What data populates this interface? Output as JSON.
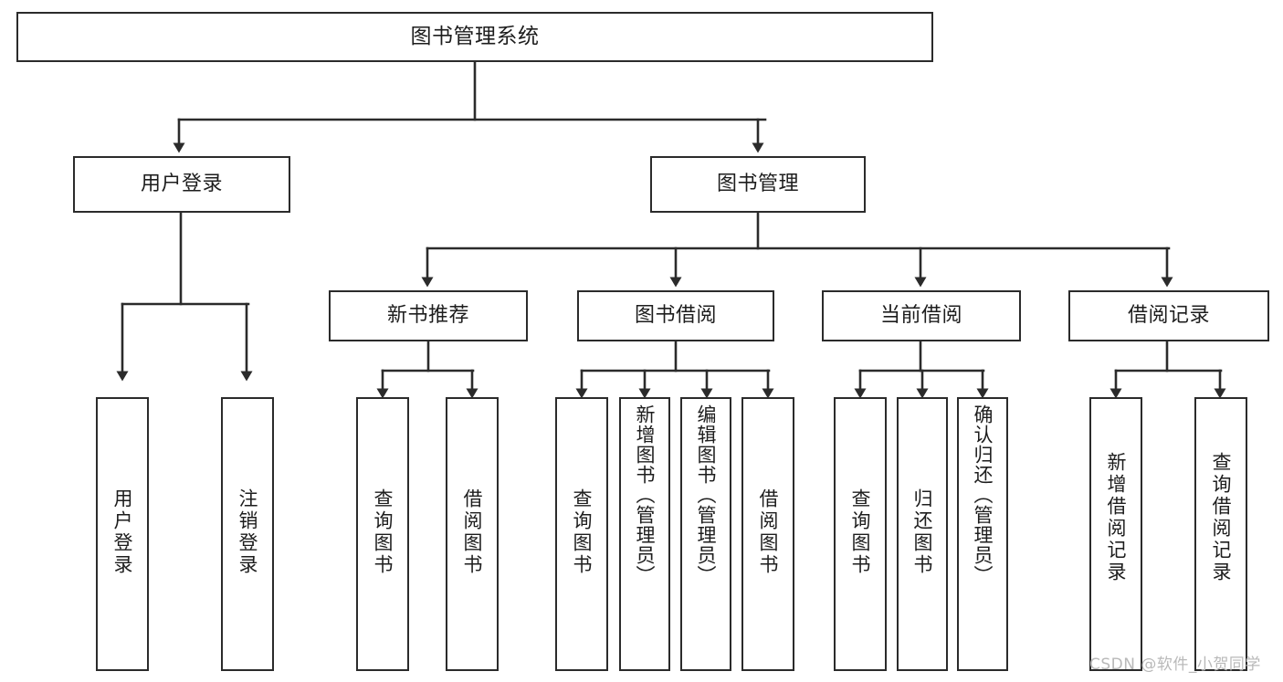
{
  "diagram": {
    "type": "tree-hierarchy",
    "title": "图书管理系统",
    "orientation": "top-down",
    "nodes": {
      "root": {
        "label": "图书管理系统",
        "level": 1,
        "text_direction": "horizontal"
      },
      "user_login": {
        "label": "用户登录",
        "level": 2,
        "text_direction": "horizontal"
      },
      "book_manage": {
        "label": "图书管理",
        "level": 2,
        "text_direction": "horizontal"
      },
      "new_book_rec": {
        "label": "新书推荐",
        "level": 3,
        "text_direction": "horizontal"
      },
      "book_borrow": {
        "label": "图书借阅",
        "level": 3,
        "text_direction": "horizontal"
      },
      "current_borrow": {
        "label": "当前借阅",
        "level": 3,
        "text_direction": "horizontal"
      },
      "borrow_record": {
        "label": "借阅记录",
        "level": 3,
        "text_direction": "horizontal"
      },
      "leaf_user_login": {
        "label": "用户登录",
        "level": 4,
        "text_direction": "vertical"
      },
      "leaf_user_logout": {
        "label": "注销登录",
        "level": 4,
        "text_direction": "vertical"
      },
      "leaf_query_book_1": {
        "label": "查询图书",
        "level": 4,
        "text_direction": "vertical"
      },
      "leaf_borrow_book_1": {
        "label": "借阅图书",
        "level": 4,
        "text_direction": "vertical"
      },
      "leaf_query_book_2": {
        "label": "查询图书",
        "level": 4,
        "text_direction": "vertical"
      },
      "leaf_add_book": {
        "label": "新增图书（管理员）",
        "level": 4,
        "text_direction": "vertical"
      },
      "leaf_edit_book": {
        "label": "编辑图书（管理员）",
        "level": 4,
        "text_direction": "vertical"
      },
      "leaf_borrow_book_2": {
        "label": "借阅图书",
        "level": 4,
        "text_direction": "vertical"
      },
      "leaf_query_book_3": {
        "label": "查询图书",
        "level": 4,
        "text_direction": "vertical"
      },
      "leaf_return_book": {
        "label": "归还图书",
        "level": 4,
        "text_direction": "vertical"
      },
      "leaf_confirm_return": {
        "label": "确认归还（管理员）",
        "level": 4,
        "text_direction": "vertical"
      },
      "leaf_add_record": {
        "label": "新增借阅记录",
        "level": 4,
        "text_direction": "vertical"
      },
      "leaf_query_record": {
        "label": "查询借阅记录",
        "level": 4,
        "text_direction": "vertical"
      }
    },
    "edges": [
      {
        "from": "root",
        "to": "user_login"
      },
      {
        "from": "root",
        "to": "book_manage"
      },
      {
        "from": "user_login",
        "to": "leaf_user_login"
      },
      {
        "from": "user_login",
        "to": "leaf_user_logout"
      },
      {
        "from": "book_manage",
        "to": "new_book_rec"
      },
      {
        "from": "book_manage",
        "to": "book_borrow"
      },
      {
        "from": "book_manage",
        "to": "current_borrow"
      },
      {
        "from": "book_manage",
        "to": "borrow_record"
      },
      {
        "from": "new_book_rec",
        "to": "leaf_query_book_1"
      },
      {
        "from": "new_book_rec",
        "to": "leaf_borrow_book_1"
      },
      {
        "from": "book_borrow",
        "to": "leaf_query_book_2"
      },
      {
        "from": "book_borrow",
        "to": "leaf_add_book"
      },
      {
        "from": "book_borrow",
        "to": "leaf_edit_book"
      },
      {
        "from": "book_borrow",
        "to": "leaf_borrow_book_2"
      },
      {
        "from": "current_borrow",
        "to": "leaf_query_book_3"
      },
      {
        "from": "current_borrow",
        "to": "leaf_return_book"
      },
      {
        "from": "current_borrow",
        "to": "leaf_confirm_return"
      },
      {
        "from": "borrow_record",
        "to": "leaf_add_record"
      },
      {
        "from": "borrow_record",
        "to": "leaf_query_record"
      }
    ],
    "colors": {
      "box_stroke": "#2b2b2b",
      "box_fill": "#ffffff",
      "connector": "#2b2b2b",
      "text": "#1d1d1d",
      "watermark": "#b9b9b9",
      "background": "#ffffff"
    }
  },
  "watermark": {
    "text": "CSDN @软件_小贺同学"
  }
}
